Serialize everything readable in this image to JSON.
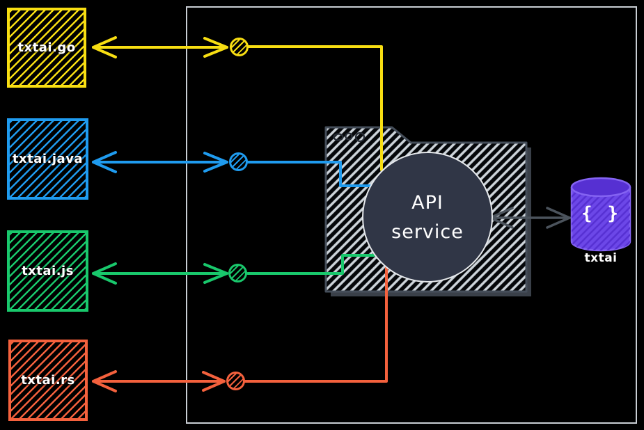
{
  "diagram": {
    "clients": [
      {
        "id": "go",
        "label": "txtai.go"
      },
      {
        "id": "java",
        "label": "txtai.java"
      },
      {
        "id": "js",
        "label": "txtai.js"
      },
      {
        "id": "rs",
        "label": "txtai.rs"
      }
    ],
    "api_service": {
      "label": "API service"
    },
    "database": {
      "symbol": "{ }",
      "label": "txtai"
    },
    "edges": [
      {
        "from": "txtai.go",
        "to": "API service",
        "bidirectional": true
      },
      {
        "from": "txtai.java",
        "to": "API service",
        "bidirectional": true
      },
      {
        "from": "txtai.js",
        "to": "API service",
        "bidirectional": true
      },
      {
        "from": "txtai.rs",
        "to": "API service",
        "bidirectional": true
      },
      {
        "from": "API service",
        "to": "txtai",
        "bidirectional": true
      }
    ]
  },
  "icons": {
    "connection_dot": "hatched-circle",
    "database": "cylinder",
    "braces": "{ }",
    "folder_decoration": "three-sketch-circles"
  },
  "colors": {
    "yellow": "#f8de12",
    "blue": "#1f9bef",
    "green": "#19c86c",
    "red": "#f4613d",
    "purple": "#6c47e8",
    "purple-dark": "#5630d2",
    "purple-light": "#8463f2",
    "folder-hatch": "#cdd4da",
    "folder-border": "#454e5a",
    "folder-shadow": "#3a4049",
    "glyph-dark": "#262c35",
    "circle-fill": "#303646",
    "outline-light": "#e6e9ec",
    "arrow-gray": "#4b535c",
    "frame-border": "#c9ced4",
    "background": "#000000",
    "text": "#ffffff"
  }
}
